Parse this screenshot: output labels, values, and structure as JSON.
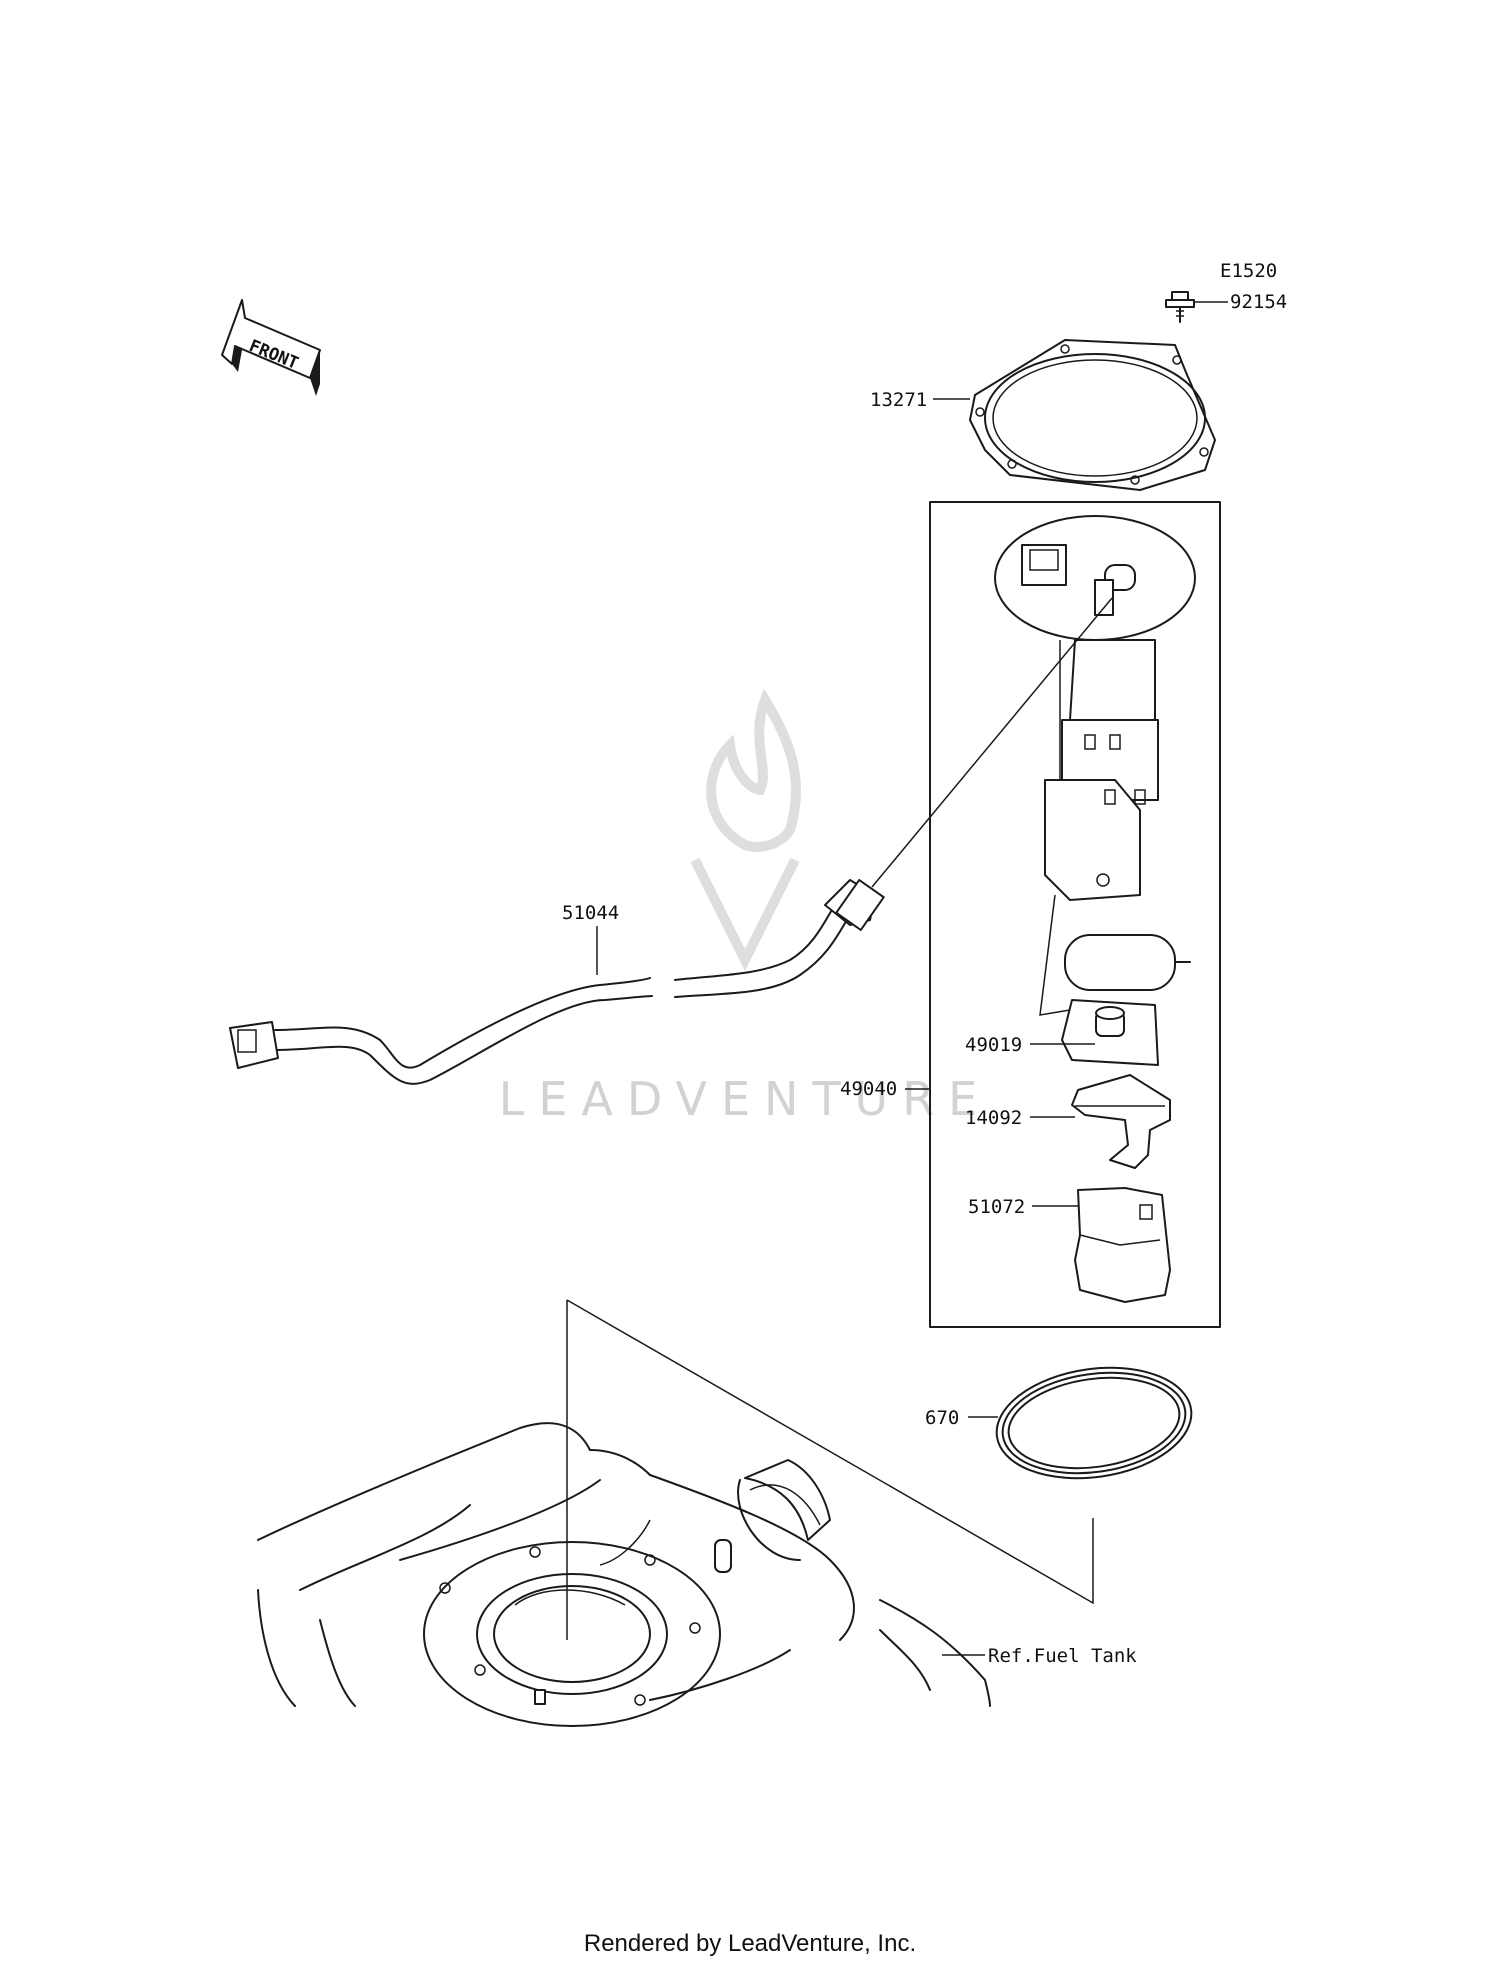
{
  "parts": [
    {
      "id": "E1520",
      "name": "callout-e1520"
    },
    {
      "id": "92154",
      "name": "callout-92154-bolt"
    },
    {
      "id": "13271",
      "name": "callout-13271-plate"
    },
    {
      "id": "51044",
      "name": "callout-51044-hose"
    },
    {
      "id": "49019",
      "name": "callout-49019-filter"
    },
    {
      "id": "49040",
      "name": "callout-49040-pump-assembly"
    },
    {
      "id": "14092",
      "name": "callout-14092-cover"
    },
    {
      "id": "51072",
      "name": "callout-51072-case"
    },
    {
      "id": "670",
      "name": "callout-670-gasket"
    },
    {
      "id": "Ref.Fuel Tank",
      "name": "callout-ref-fuel-tank"
    }
  ],
  "front_label": "FRONT",
  "watermark": "LEADVENTURE",
  "footer": "Rendered by LeadVenture, Inc."
}
